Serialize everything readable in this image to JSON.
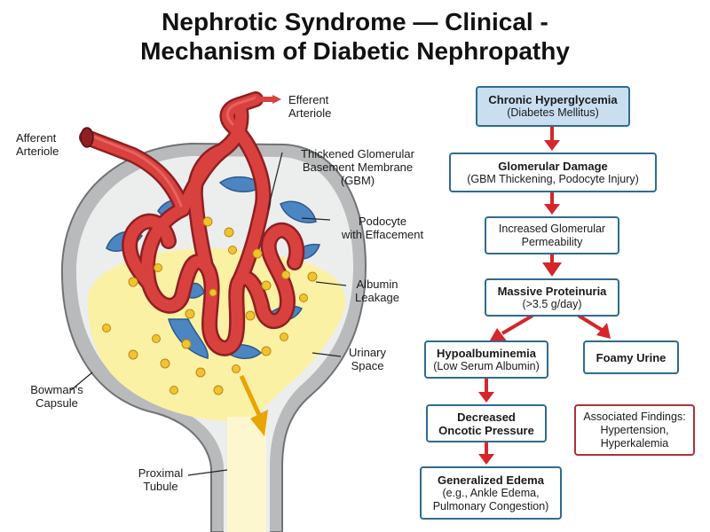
{
  "title": {
    "line1": "Nephrotic Syndrome — Clinical -",
    "line2": "Mechanism of Diabetic Nephropathy"
  },
  "colors": {
    "vessel": "#d9413f",
    "vessel_dark": "#8e1f22",
    "podocyte": "#4c86c2",
    "urinary_space": "#fbf1a4",
    "albumin": "#f2c230",
    "capsule": "#b9babc",
    "box_border": "#2f6b8f",
    "highlight_box": "#c9dff0",
    "flow_arrow": "#d6262b",
    "findings_border": "#b0303a"
  },
  "labels": {
    "efferent": [
      "Efferent",
      "Arteriole"
    ],
    "afferent": [
      "Afferent",
      "Arteriole"
    ],
    "gbm": [
      "Thickened Glomerular",
      "Basement Membrane",
      "(GBM)"
    ],
    "podocyte": [
      "Podocyte",
      "with Effacement"
    ],
    "albumin": [
      "Albumin",
      "Leakage"
    ],
    "urinary": [
      "Urinary",
      "Space"
    ],
    "bowman": [
      "Bowman's",
      "Capsule"
    ],
    "tubule": [
      "Proximal",
      "Tubule"
    ]
  },
  "flowchart": {
    "hyperglycemia": {
      "title": "Chronic Hyperglycemia",
      "sub": "(Diabetes Mellitus)"
    },
    "damage": {
      "title": "Glomerular Damage",
      "sub": "(GBM Thickening, Podocyte Injury)"
    },
    "permeability": {
      "line1": "Increased Glomerular",
      "line2": "Permeability"
    },
    "proteinuria": {
      "title": "Massive Proteinuria",
      "sub": "(>3.5 g/day)"
    },
    "hypoalbuminemia": {
      "title": "Hypoalbuminemia",
      "sub": "(Low Serum Albumin)"
    },
    "foamy": {
      "title": "Foamy Urine"
    },
    "oncotic": {
      "line1": "Decreased",
      "line2": "Oncotic Pressure"
    },
    "edema": {
      "title": "Generalized Edema",
      "sub1": "(e.g., Ankle Edema,",
      "sub2": "Pulmonary Congestion)"
    },
    "findings": {
      "title": "Associated Findings:",
      "line1": "Hypertension,",
      "line2": "Hyperkalemia"
    }
  },
  "icons": {
    "leak_arrow": "down-arrow-icon",
    "efferent_arrow": "right-arrow-icon"
  }
}
